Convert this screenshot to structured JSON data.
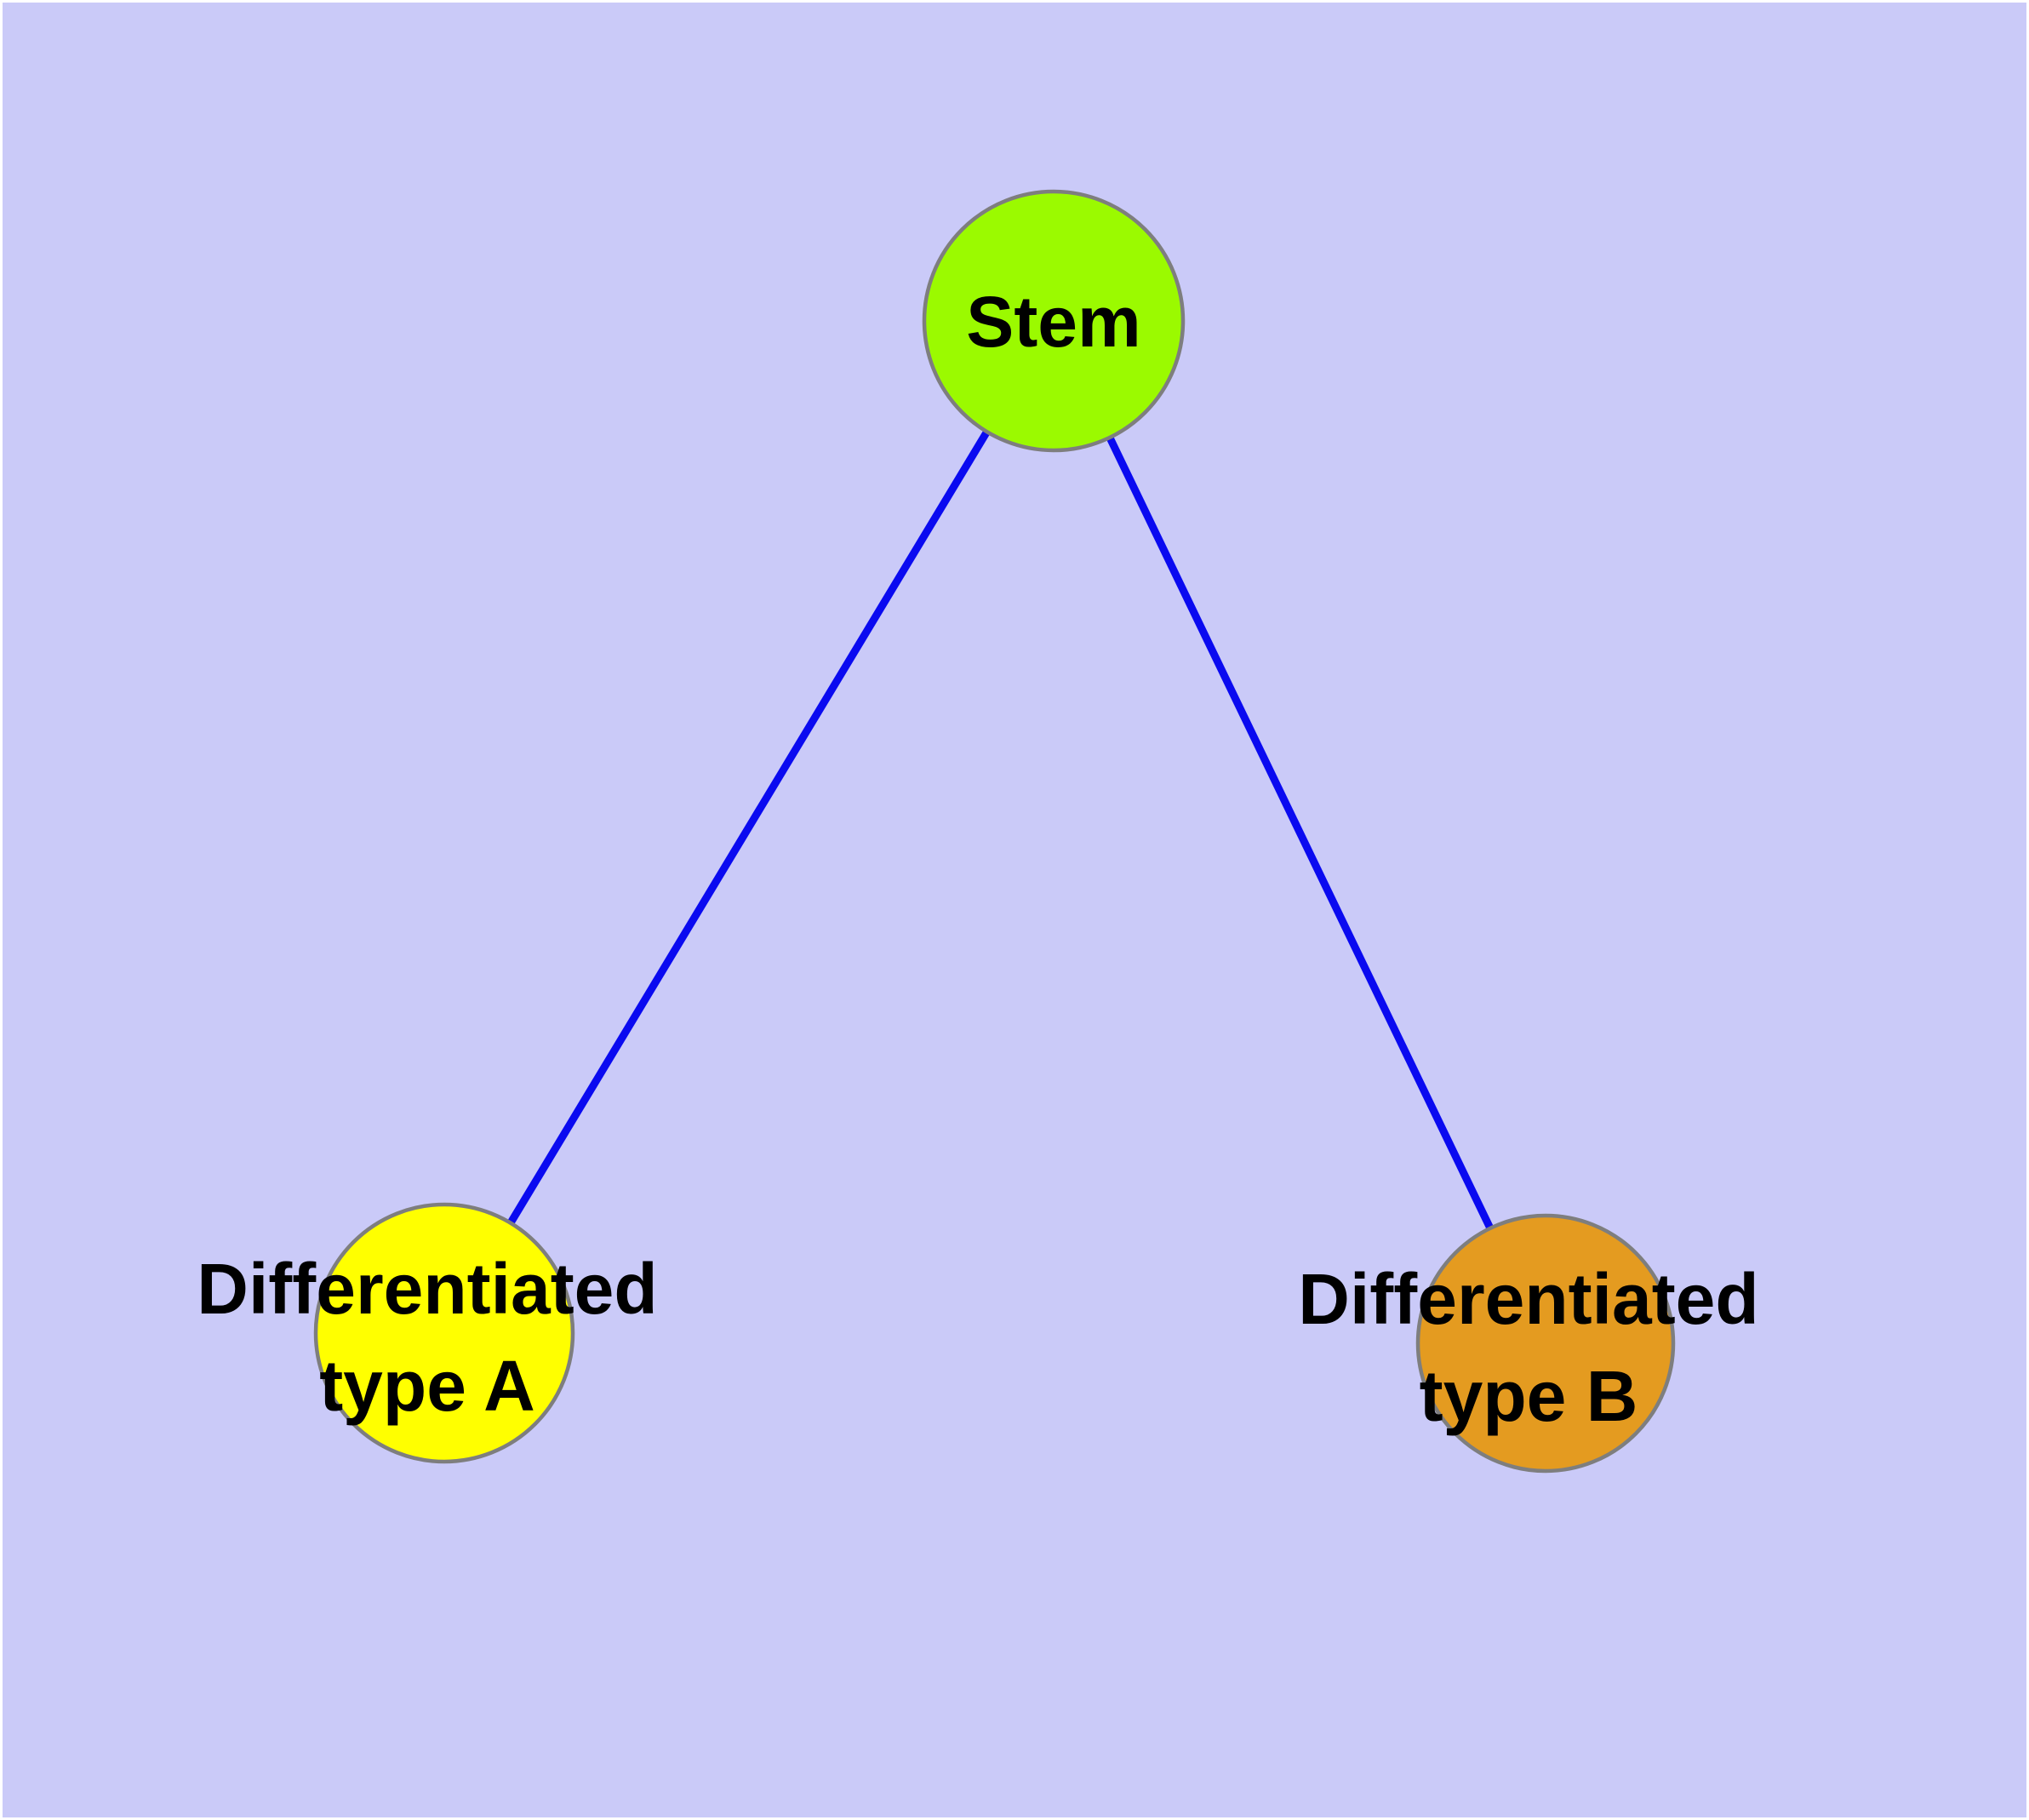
{
  "diagram": {
    "background_color": "#CACAF8",
    "frame_color": "#FFFFFF",
    "edge_color": "#0A0AF0",
    "node_border_color": "#7E7E7E",
    "text_color": "#000000",
    "nodes": [
      {
        "id": "stem",
        "label": "Stem",
        "fill": "#9BFA00"
      },
      {
        "id": "type-a",
        "label_line1": "Differentiated",
        "label_line2": "type A",
        "fill": "#FFFF00"
      },
      {
        "id": "type-b",
        "label_line1": "Differentiated",
        "label_line2": "type B",
        "fill": "#E49B20"
      }
    ],
    "edges": [
      {
        "from": "Stem",
        "to": "Differentiated type A"
      },
      {
        "from": "Stem",
        "to": "Differentiated type B"
      }
    ]
  }
}
